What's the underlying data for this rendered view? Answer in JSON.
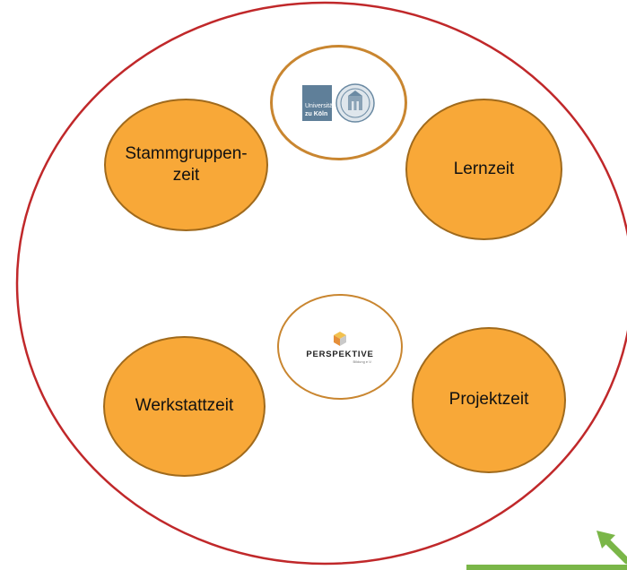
{
  "nodes": {
    "stammgruppenzeit": "Stammgruppen-\nzeit",
    "lernzeit": "Lernzeit",
    "werkstattzeit": "Werkstattzeit",
    "projektzeit": "Projektzeit"
  },
  "logos": {
    "university": {
      "line1": "Universität",
      "line2": "zu Köln"
    },
    "perspektive": {
      "name": "PERSPEKTIVE",
      "sub": "Bildung e.V."
    }
  },
  "colors": {
    "outer_ellipse": "#c0282a",
    "node_fill": "#f8a838",
    "node_border": "#a06a1c",
    "logo_ring": "#c98630",
    "uni_blue": "#5f7f99",
    "arrow_green": "#7ab648"
  }
}
